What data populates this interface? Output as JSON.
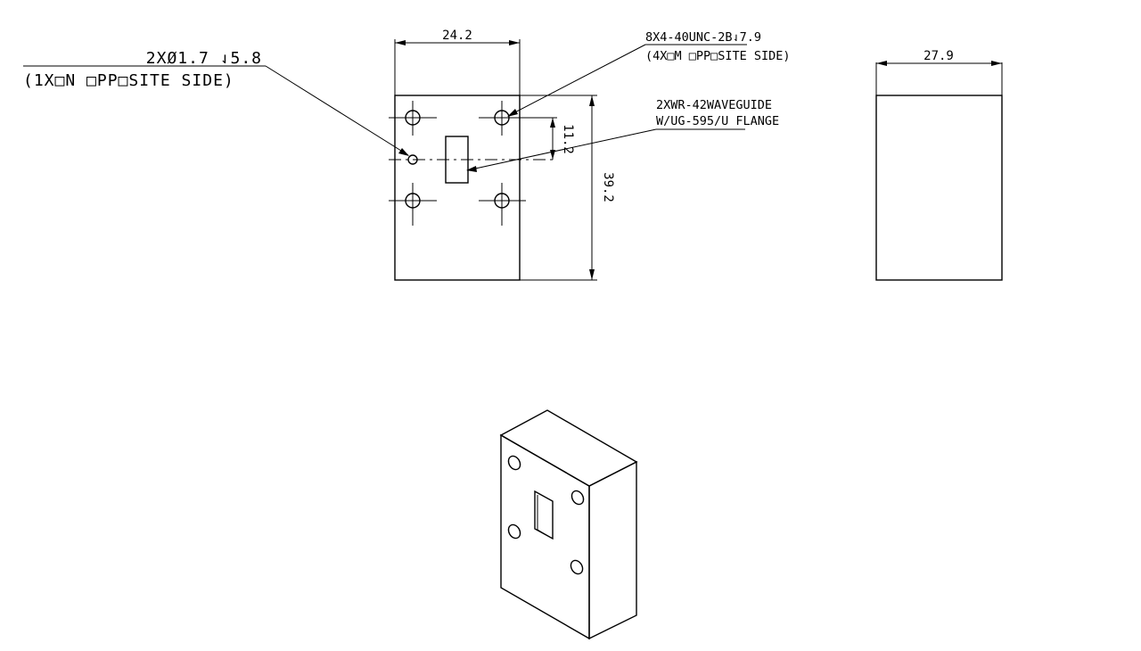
{
  "front_view": {
    "width_dim": "24.2",
    "height_dim": "39.2",
    "hole_offset_dim": "11.2"
  },
  "side_view": {
    "width_dim": "27.9"
  },
  "callouts": {
    "pin_holes": {
      "line1": "2XØ1.7 ⇃5.8",
      "line2": "(1X□N □PP□SITE SIDE)"
    },
    "threaded_holes": {
      "line1": "8X4-40UNC-2B⇃7.9",
      "line2": "(4X□M □PP□SITE SIDE)"
    },
    "waveguide": {
      "line1": "2XWR-42WAVEGUIDE",
      "line2": "W/UG-595/U FLANGE"
    }
  }
}
